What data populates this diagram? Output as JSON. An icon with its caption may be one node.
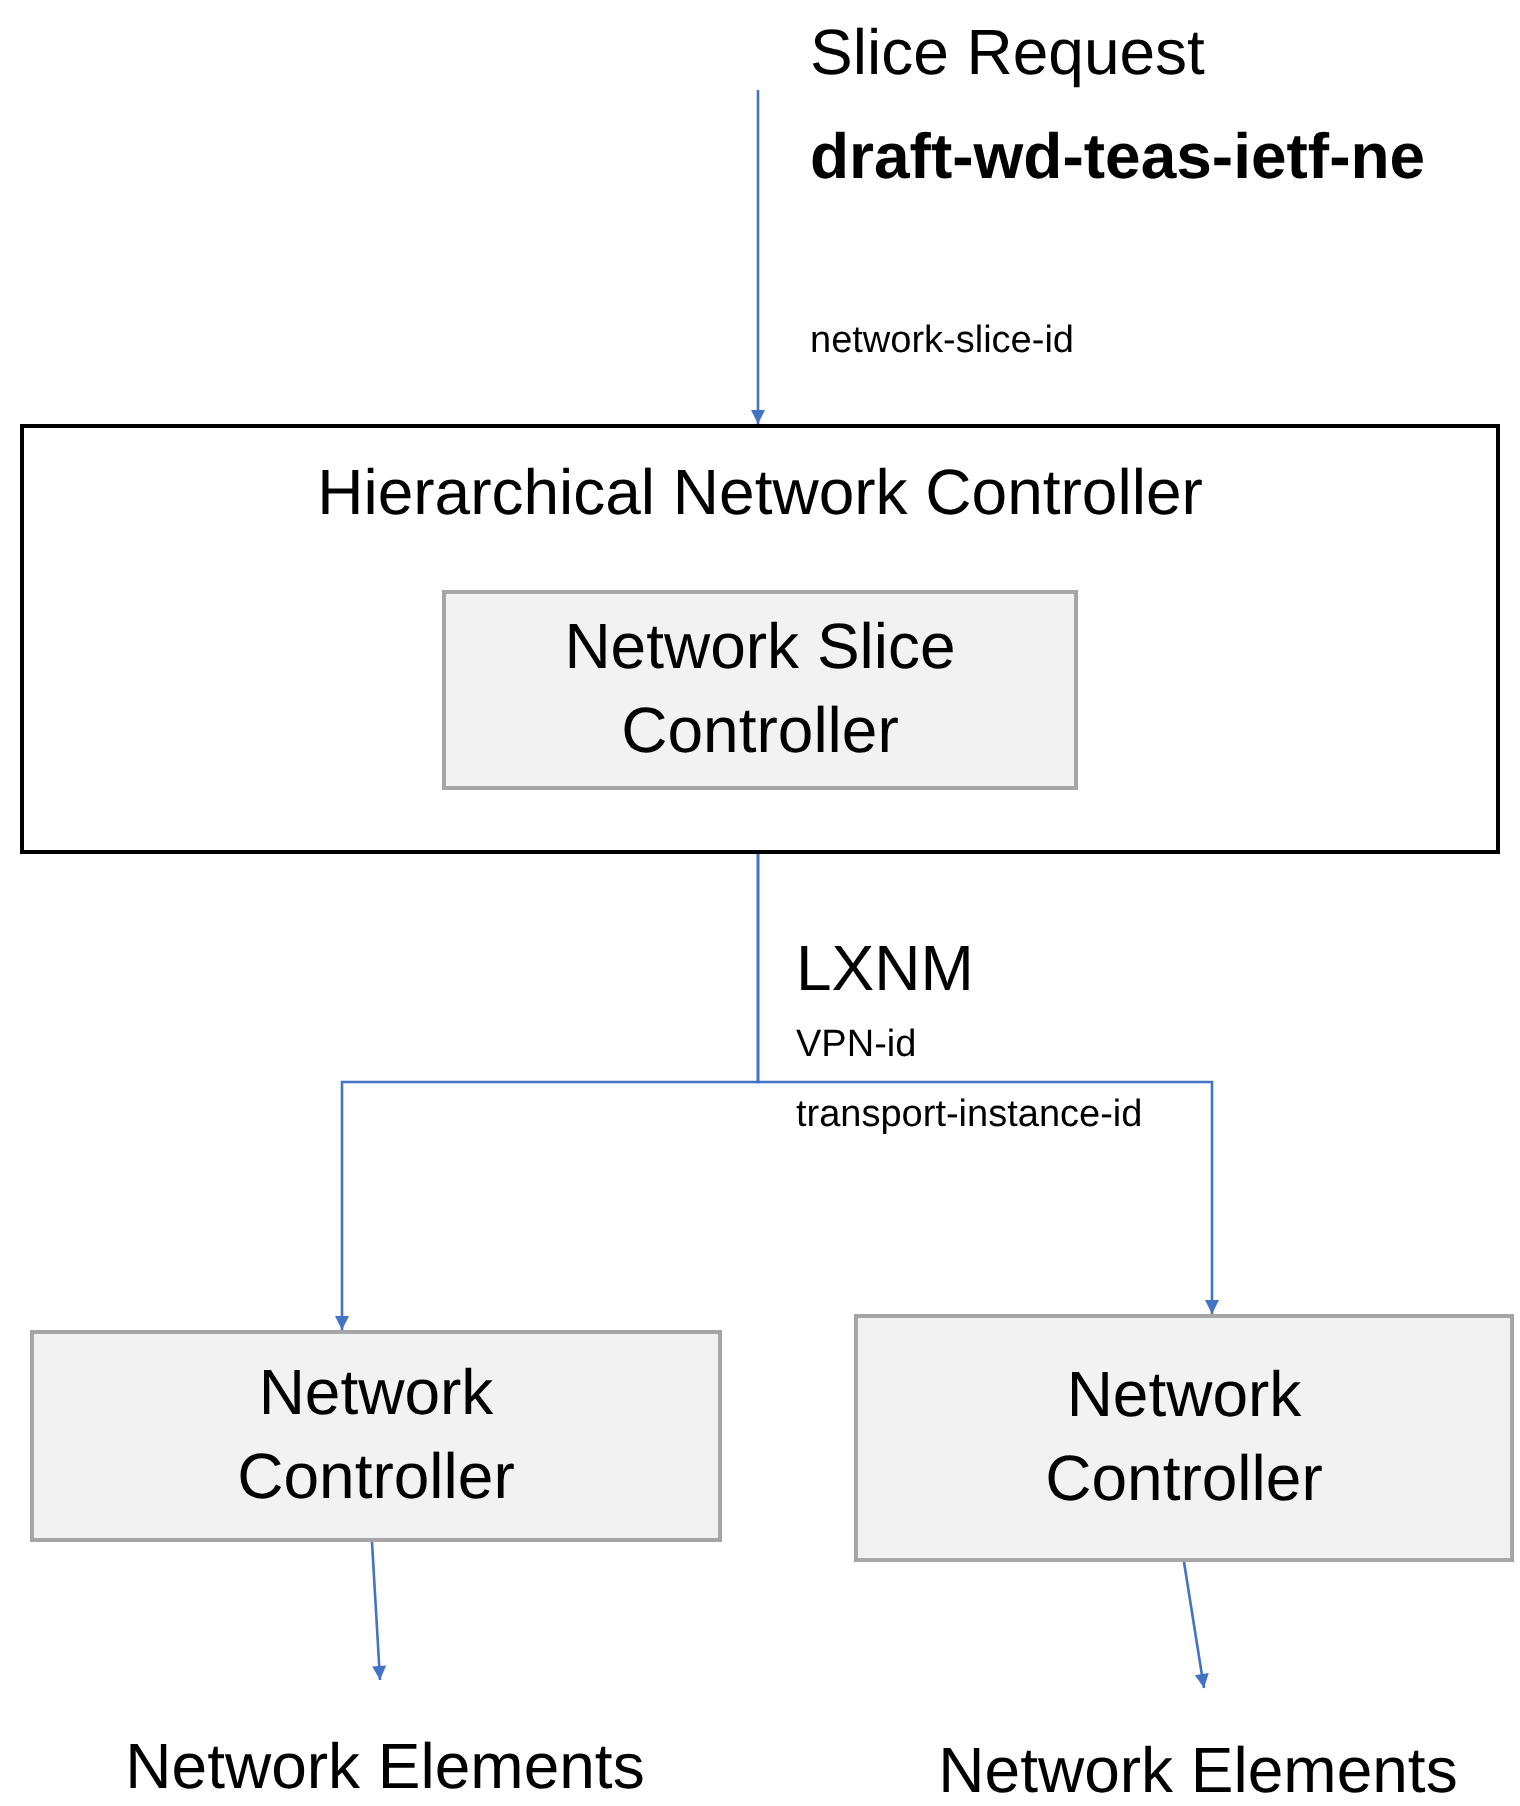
{
  "diagram": {
    "nodes": [
      {
        "text": [
          "Hierarchical Network Controller"
        ]
      },
      {
        "text": [
          "Network Slice Controller"
        ],
        "in": 0
      },
      {
        "text": [
          "Network Controller"
        ]
      },
      {
        "text": [
          "Network Controller"
        ]
      },
      {
        "text": [
          "Network Elements"
        ]
      },
      {
        "text": [
          "Network Elements"
        ]
      }
    ],
    "edges": [
      {
        "from": null,
        "to": 0,
        "arrow": "to",
        "label": "network-slice-id"
      },
      {
        "from": 0,
        "to": 2,
        "arrow": "to"
      },
      {
        "from": 0,
        "to": 3,
        "arrow": "to"
      },
      {
        "from": 2,
        "to": 4,
        "arrow": "to"
      },
      {
        "from": 3,
        "to": 5,
        "arrow": "to"
      }
    ],
    "labels": [
      "Slice Request",
      "draft-wd-teas-ietf-ne",
      "LXNM",
      "VPN-id",
      "transport-instance-id"
    ]
  }
}
